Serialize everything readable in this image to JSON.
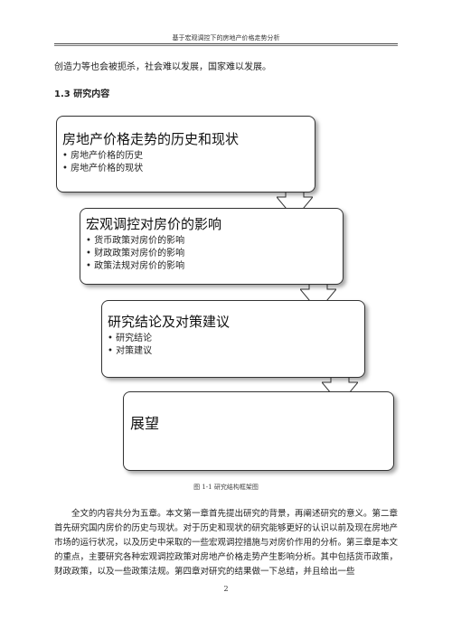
{
  "header": {
    "title": "基于宏观调控下的房地产价格走势分析"
  },
  "intro_line": "创造力等也会被扼杀，社会难以发展，国家难以发展。",
  "section": {
    "heading": "1.3 研究内容"
  },
  "diagram": {
    "boxes": [
      {
        "title": "房地产价格走势的历史和现状",
        "items": [
          "房地产价格的历史",
          "房地产价格的现状"
        ]
      },
      {
        "title": "宏观调控对房价的影响",
        "items": [
          "货币政策对房价的影响",
          "财政政策对房价的影响",
          "政策法规对房价的影响"
        ]
      },
      {
        "title": "研究结论及对策建议",
        "items": [
          "研究结论",
          "对策建议"
        ]
      },
      {
        "title": "展望",
        "items": []
      }
    ]
  },
  "figure_caption": "图 1-1  研究结构框架图",
  "body_paragraph": "全文的内容共分为五章。本文第一章首先提出研究的背景，再阐述研究的意义。第二章首先研究国内房价的历史与现状。对于历史和现状的研究能够更好的认识以前及现在房地产市场的运行状况，以及历史中采取的一些宏观调控措施与对房价作用的分析。第三章是本文的重点，主要研究各种宏观调控政策对房地产价格走势产生影响分析。其中包括货币政策，财政政策，以及一些政策法规。第四章对研究的结果做一下总结，并且给出一些",
  "page_number": "2"
}
